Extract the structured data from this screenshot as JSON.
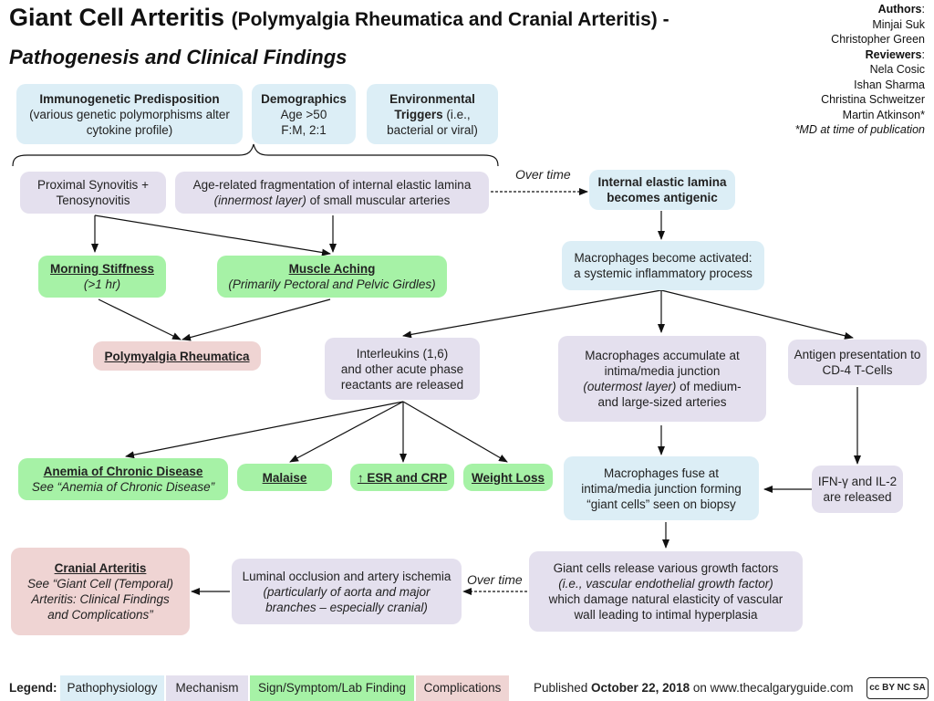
{
  "title": {
    "main": "Giant Cell Arteritis",
    "subtitle": "(Polymyalgia Rheumatica and Cranial Arteritis) -",
    "line2": "Pathogenesis and Clinical Findings"
  },
  "authors": {
    "authors_heading": "Authors",
    "authors": [
      "Minjai Suk",
      "Christopher Green"
    ],
    "reviewers_heading": "Reviewers",
    "reviewers": [
      "Nela Cosic",
      "Ishan Sharma",
      "Christina Schweitzer",
      "Martin Atkinson*"
    ],
    "note": "*MD at time of publication"
  },
  "nodes": {
    "immuno": {
      "title": "Immunogenetic Predisposition",
      "text": "(various genetic polymorphisms alter cytokine profile)"
    },
    "demo": {
      "title": "Demographics",
      "line1": "Age >50",
      "line2": "F:M, 2:1"
    },
    "env": {
      "title": "Environmental",
      "title2": "Triggers",
      "text1": " (i.e.,",
      "text2": "bacterial or viral)"
    },
    "prox": {
      "line1": "Proximal Synovitis +",
      "line2": "Tenosynovitis"
    },
    "age": {
      "line1": "Age-related fragmentation of internal elastic lamina",
      "line2_italic": "(innermost layer)",
      "line2_rest": " of small muscular arteries"
    },
    "iel": {
      "text": "Internal elastic lamina becomes antigenic"
    },
    "macro_act": {
      "line1": "Macrophages become activated:",
      "line2": "a systemic inflammatory process"
    },
    "morning": {
      "title": "Morning Stiffness",
      "sub": "(>1 hr)"
    },
    "muscle": {
      "title": "Muscle Aching",
      "sub": "(Primarily Pectoral and Pelvic Girdles)"
    },
    "pmr": {
      "title": "Polymyalgia Rheumatica"
    },
    "il": {
      "line1": "Interleukins (1,6)",
      "line2": "and other acute phase",
      "line3": "reactants are released"
    },
    "macro_acc": {
      "line1": "Macrophages accumulate at",
      "line2": "intima/media junction",
      "line3_italic": "(outermost layer)",
      "line3_rest": " of medium-",
      "line4": "and large-sized arteries"
    },
    "antigen": {
      "text": "Antigen presentation to CD-4 T-Cells"
    },
    "anemia": {
      "title": "Anemia of Chronic Disease",
      "sub": "See “Anemia of Chronic Disease”"
    },
    "malaise": {
      "title": "Malaise"
    },
    "esr": {
      "title": "↑ ESR and CRP"
    },
    "weight": {
      "title": "Weight Loss"
    },
    "fuse": {
      "line1": "Macrophages fuse at",
      "line2": "intima/media junction forming",
      "line3": "“giant cells” seen on biopsy"
    },
    "ifn": {
      "line1": "IFN-γ and IL-2",
      "line2": "are released"
    },
    "cranial": {
      "title": "Cranial Arteritis",
      "line1": "See “Giant Cell (Temporal)",
      "line2": "Arteritis: Clinical Findings",
      "line3": "and Complications”"
    },
    "luminal": {
      "line1": "Luminal occlusion and artery ischemia",
      "line2": "(particularly of aorta and major",
      "line3": "branches – especially cranial)"
    },
    "growth": {
      "line1": "Giant cells release various growth factors",
      "line2": "(i.e., vascular endothelial growth factor)",
      "line3": "which damage natural elasticity of vascular",
      "line4": "wall leading to intimal hyperplasia"
    }
  },
  "labels": {
    "over_time_1": "Over time",
    "over_time_2": "Over time"
  },
  "legend": {
    "label": "Legend:",
    "items": [
      "Pathophysiology",
      "Mechanism",
      "Sign/Symptom/Lab Finding",
      "Complications"
    ],
    "colors": [
      "#dceef6",
      "#e4e0ee",
      "#a6f2a6",
      "#efd4d3"
    ]
  },
  "footer": {
    "published_prefix": "Published ",
    "published_date": "October 22, 2018",
    "published_suffix": " on www.thecalgaryguide.com",
    "license": "cc BY NC SA"
  }
}
